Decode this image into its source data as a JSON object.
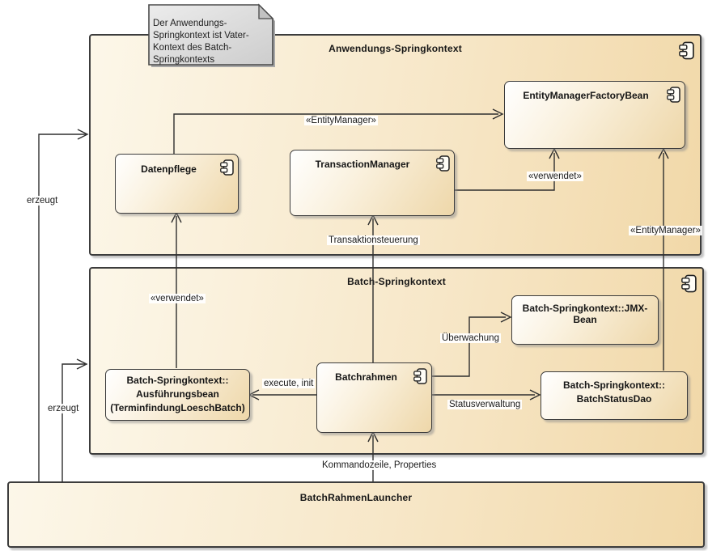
{
  "note": {
    "lines": [
      "Der Anwendungs-",
      "Springkontext ist Vater-",
      "Kontext des Batch-",
      "Springkontexts"
    ]
  },
  "containers": {
    "app": {
      "title": "Anwendungs-Springkontext"
    },
    "batch": {
      "title": "Batch-Springkontext"
    },
    "launcher": {
      "title": "BatchRahmenLauncher"
    }
  },
  "components": {
    "emf": {
      "title": "EntityManagerFactoryBean"
    },
    "datenpflege": {
      "title": "Datenpflege"
    },
    "tm": {
      "title": "TransactionManager"
    },
    "jmx": {
      "title": "Batch-Springkontext::JMX-Bean"
    },
    "batchrahmen": {
      "title": "Batchrahmen"
    },
    "ausfuehrungsbean": {
      "lines": [
        "Batch-Springkontext::",
        "Ausführungsbean",
        "(TerminfindungLoeschBatch)"
      ]
    },
    "batchstatusdao": {
      "lines": [
        "Batch-Springkontext::",
        "BatchStatusDao"
      ]
    }
  },
  "edge_labels": {
    "entitymanager_top": "«EntityManager»",
    "verwendet_app": "«verwendet»",
    "entitymanager_right": "«EntityManager»",
    "transaktionssteuerung": "Transaktionsteuerung",
    "verwendet_batch": "«verwendet»",
    "ueberwachung": "Überwachung",
    "statusverwaltung": "Statusverwaltung",
    "execute_init": "execute, init",
    "kommandozeile": "Kommandozeile, Properties",
    "erzeugt_app": "erzeugt",
    "erzeugt_batch": "erzeugt"
  },
  "icons": {
    "component_icon": "uml-component-glyph",
    "note_icon": "folded-corner-note"
  },
  "colors": {
    "box_fill_light": "#ffffff",
    "box_fill_dark": "#eed7a9",
    "container_fill_light": "#fcf7e9",
    "container_fill_dark": "#f1d8a8",
    "border": "#3c3c3c",
    "note_fill": "#d9d9d9",
    "line": "#2e2e2e"
  }
}
